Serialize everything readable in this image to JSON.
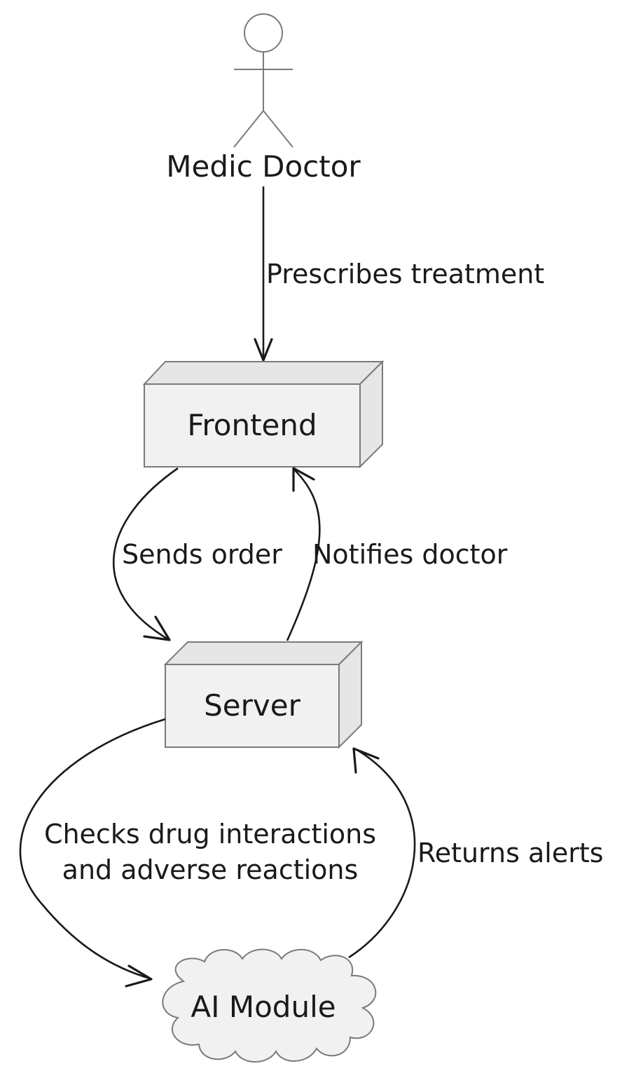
{
  "actor": {
    "label": "Medic Doctor"
  },
  "nodes": {
    "frontend": {
      "label": "Frontend",
      "shape": "node-3d-box"
    },
    "server": {
      "label": "Server",
      "shape": "node-3d-box"
    },
    "ai_module": {
      "label": "AI Module",
      "shape": "cloud"
    }
  },
  "edges": {
    "prescribes": {
      "label": "Prescribes treatment",
      "from": "Medic Doctor",
      "to": "Frontend"
    },
    "sends_order": {
      "label": "Sends order",
      "from": "Frontend",
      "to": "Server"
    },
    "notifies": {
      "label": "Notifies doctor",
      "from": "Server",
      "to": "Frontend"
    },
    "checks": {
      "lines": [
        "Checks drug interactions",
        "and adverse reactions"
      ],
      "from": "Server",
      "to": "AI Module"
    },
    "returns": {
      "label": "Returns alerts",
      "from": "AI Module",
      "to": "Server"
    }
  },
  "colors": {
    "node_fill": "#f1f1f1",
    "node_stroke": "#7a7a7a",
    "edge": "#1a1a1a",
    "text": "#1a1a1a"
  }
}
